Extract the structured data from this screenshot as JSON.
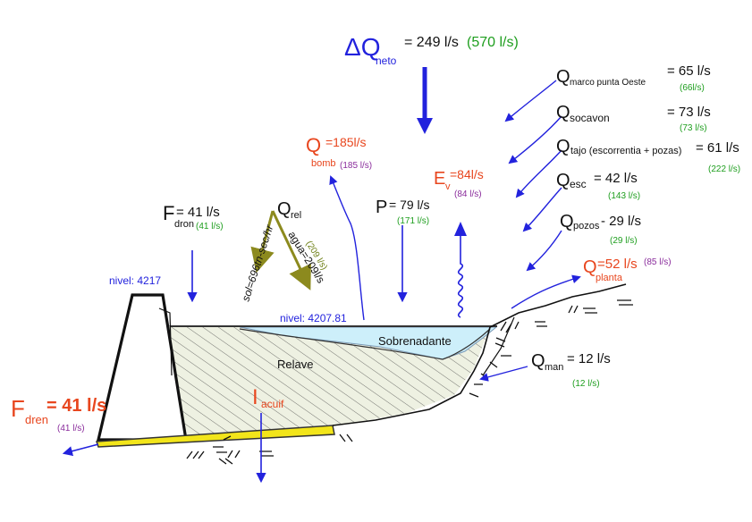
{
  "colors": {
    "delta": "#2222dd",
    "green": "#1e9e1e",
    "red": "#e8461e",
    "purple": "#8a2c9c",
    "black": "#111111",
    "dam_fill": "#e8eddc",
    "water": "#cdeffa",
    "liner": "#f2e51a",
    "seepage_arrow": "#8c8a1e"
  },
  "delta": {
    "symbol": "ΔQ",
    "sub": "neto",
    "value": "= 249 l/s",
    "alt": "(570 l/s)"
  },
  "marco": {
    "q": "Q",
    "sub": "marco punta Oeste",
    "value": "= 65 l/s",
    "alt": "(66l/s)"
  },
  "socavon": {
    "q": "Q",
    "sub": "socavon",
    "value": "= 73 l/s",
    "alt": "(73 l/s)"
  },
  "tajo": {
    "q": "Q",
    "sub": "tajo (escorrentia + pozas)",
    "value": "= 61 l/s",
    "alt": "(222 l/s)"
  },
  "esc": {
    "q": "Q",
    "sub": "esc",
    "value": "= 42 l/s",
    "alt": "(143 l/s)"
  },
  "pozos": {
    "q": "Q",
    "sub": "pozos",
    "value": "- 29 l/s",
    "alt": "(29 l/s)"
  },
  "planta": {
    "q": "Q",
    "sub": "planta",
    "value": "=52 l/s",
    "alt": "(85 l/s)"
  },
  "man": {
    "q": "Q",
    "sub": "man",
    "value": "= 12 l/s",
    "alt": "(12 l/s)"
  },
  "bomb": {
    "q": "Q",
    "sub": "bomb",
    "value": "=185l/s",
    "alt": "(185 l/s)"
  },
  "evap": {
    "e": "E",
    "sub": "v",
    "value": "=84l/s",
    "alt": "(84 l/s)"
  },
  "precip": {
    "p": "P",
    "value": "= 79 l/s",
    "alt": "(171 l/s)"
  },
  "rel": {
    "q": "Q",
    "sub": "rel",
    "sol": "sol=696tn-sec/hr",
    "agua": "agua=209l/s",
    "alt": "(209 l/s)"
  },
  "fdren_top": {
    "f": "F",
    "sub": "dron",
    "value": "= 41 l/s",
    "alt": "(41 l/s)"
  },
  "fdren_big": {
    "f": "F",
    "sub": "dren",
    "value": "= 41 l/s",
    "alt": "(41 l/s)"
  },
  "iacuif": {
    "i": "I",
    "sub": "acuif"
  },
  "nivel_dam": "nivel: 4217",
  "nivel_pond": "nivel: 4207.81",
  "sobrenadante": "Sobrenadante",
  "relave": "Relave"
}
